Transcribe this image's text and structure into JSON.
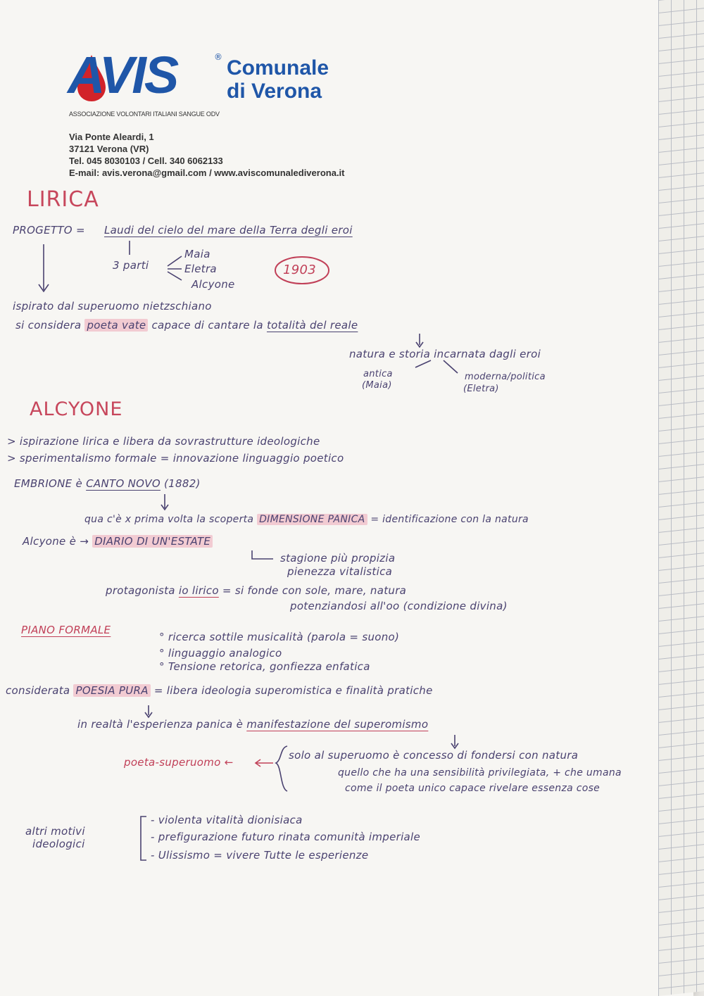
{
  "letterhead": {
    "logo_text": "AVIS",
    "registered": "®",
    "name_line1": "Comunale",
    "name_line2": "di Verona",
    "association": "ASSOCIAZIONE VOLONTARI ITALIANI SANGUE ODV",
    "address_line1": "Via Ponte Aleardi, 1",
    "address_line2": "37121 Verona (VR)",
    "phone_line": "Tel. 045 8030103 / Cell. 340 6062133",
    "email_line": "E-mail: avis.verona@gmail.com / www.aviscomunalediverona.it",
    "colors": {
      "brand_blue": "#1f56a8",
      "drop_red": "#d2232a"
    }
  },
  "notes": {
    "lirica": {
      "title": "LIRICA",
      "progetto_label": "PROGETTO =",
      "progetto_text": "Laudi del cielo del mare della Terra degli eroi",
      "parti_label": "3 parti",
      "parti": [
        "Maia",
        "Eletra",
        "Alcyone"
      ],
      "year": "1903",
      "ispirato": "ispirato dal superuomo nietzschiano",
      "considera_prefix": "si considera",
      "poeta_vate": "poeta vate",
      "considera_mid": "capace di cantare la",
      "totalita": "totalità del reale",
      "natura_storia": "natura e storia incarnata dagli eroi",
      "antica": "antica",
      "antica_sub": "(Maia)",
      "moderna": "moderna/politica",
      "moderna_sub": "(Eletra)"
    },
    "alcyone": {
      "title": "ALCYONE",
      "point1": "> ispirazione lirica e libera da sovrastrutture ideologiche",
      "point2": "> sperimentalismo formale = innovazione linguaggio poetico",
      "embrione_prefix": "EMBRIONE è",
      "canto_novo": "CANTO NOVO",
      "embrione_year": "(1882)",
      "scoperta_prefix": "qua c'è x prima volta la scoperta",
      "dimensione": "DIMENSIONE PANICA",
      "scoperta_suffix": "= identificazione con la natura",
      "diario_prefix": "Alcyone è →",
      "diario": "DIARIO DI UN'ESTATE",
      "stagione_line1": "stagione più propizia",
      "stagione_line2": "pienezza vitalistica",
      "protagonista_prefix": "protagonista",
      "io_lirico": "io lirico",
      "protagonista_line1": "= si fonde con sole, mare, natura",
      "protagonista_line2": "potenziandosi all'oo (condizione divina)"
    },
    "piano_formale": {
      "label": "PIANO FORMALE",
      "items": [
        "° ricerca sottile musicalità (parola = suono)",
        "° linguaggio analogico",
        "° Tensione retorica, gonfiezza enfatica"
      ]
    },
    "poesia": {
      "prefix": "considerata",
      "poesia_pura": "POESIA PURA",
      "suffix": "= libera ideologia superomistica e finalità pratiche",
      "realta_prefix": "in realtà l'esperienza panica è",
      "manifestazione": "manifestazione del superomismo",
      "poeta_superuomo": "poeta-superuomo ←",
      "solo_line1": "solo al superuomo è concesso di fondersi con natura",
      "solo_line2": "quello che ha una sensibilità privilegiata, + che umana",
      "solo_line3": "come il poeta unico capace rivelare essenza cose"
    },
    "altri_motivi": {
      "label_line1": "altri motivi",
      "label_line2": "ideologici",
      "items": [
        "- violenta vitalità dionisiaca",
        "- prefigurazione futuro rinata comunità imperiale",
        "- Ulissismo = vivere Tutte le esperienze"
      ]
    }
  }
}
